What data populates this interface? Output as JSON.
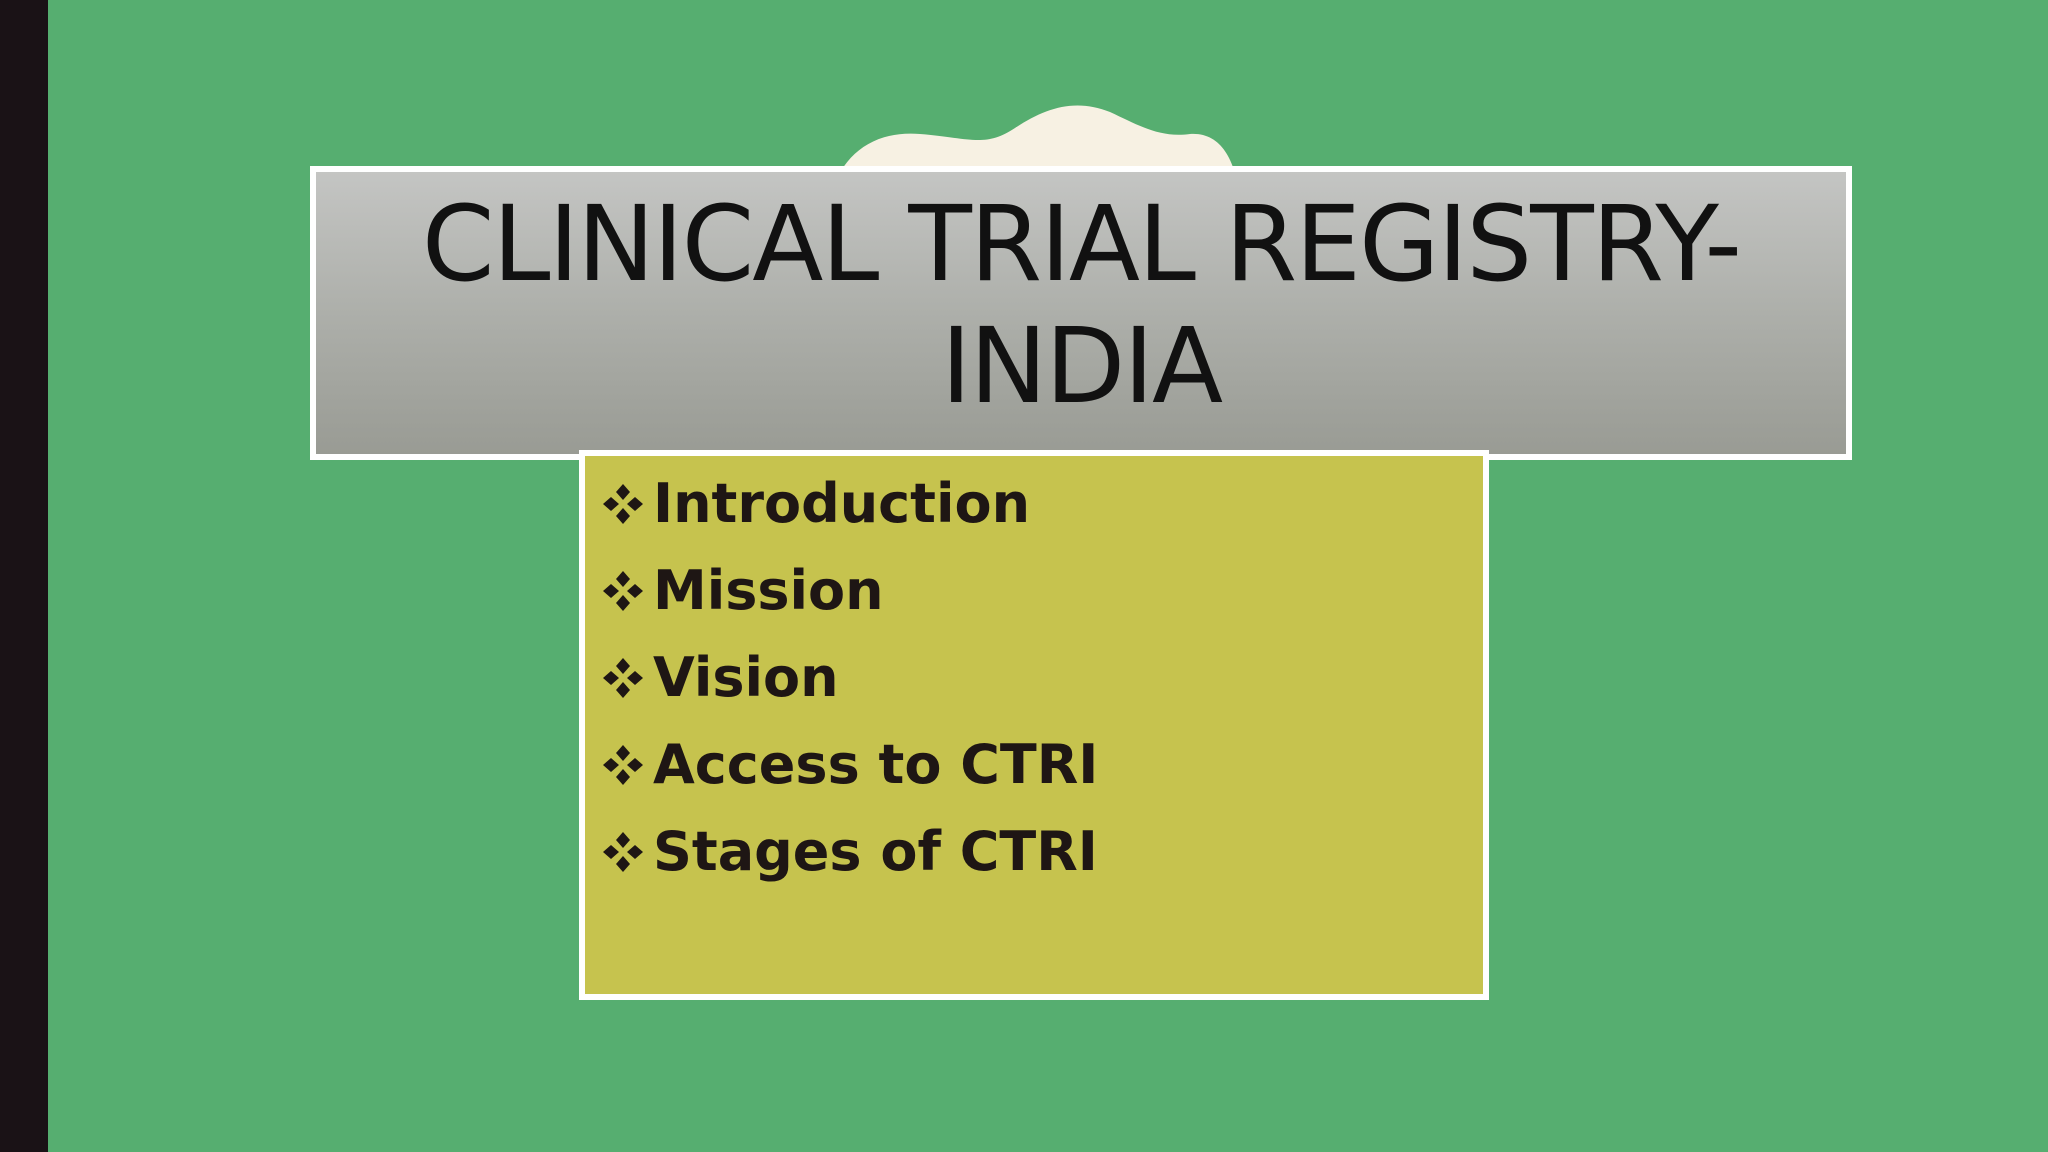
{
  "slide": {
    "title": "CLINICAL TRIAL REGISTRY-INDIA",
    "bullet_icon": "four-diamond-bullet-icon",
    "items": [
      {
        "label": "Introduction"
      },
      {
        "label": "Mission"
      },
      {
        "label": "Vision"
      },
      {
        "label": "Access to CTRI"
      },
      {
        "label": "Stages of CTRI"
      }
    ]
  },
  "colors": {
    "background": "#56ae70",
    "left_bar": "#1a1216",
    "title_box_top": "#c4c5c3",
    "title_box_bottom": "#999b94",
    "content_box": "#c6c34e",
    "border": "#ffffff",
    "text": "#1e1614",
    "cloud": "#f7f1e3"
  }
}
